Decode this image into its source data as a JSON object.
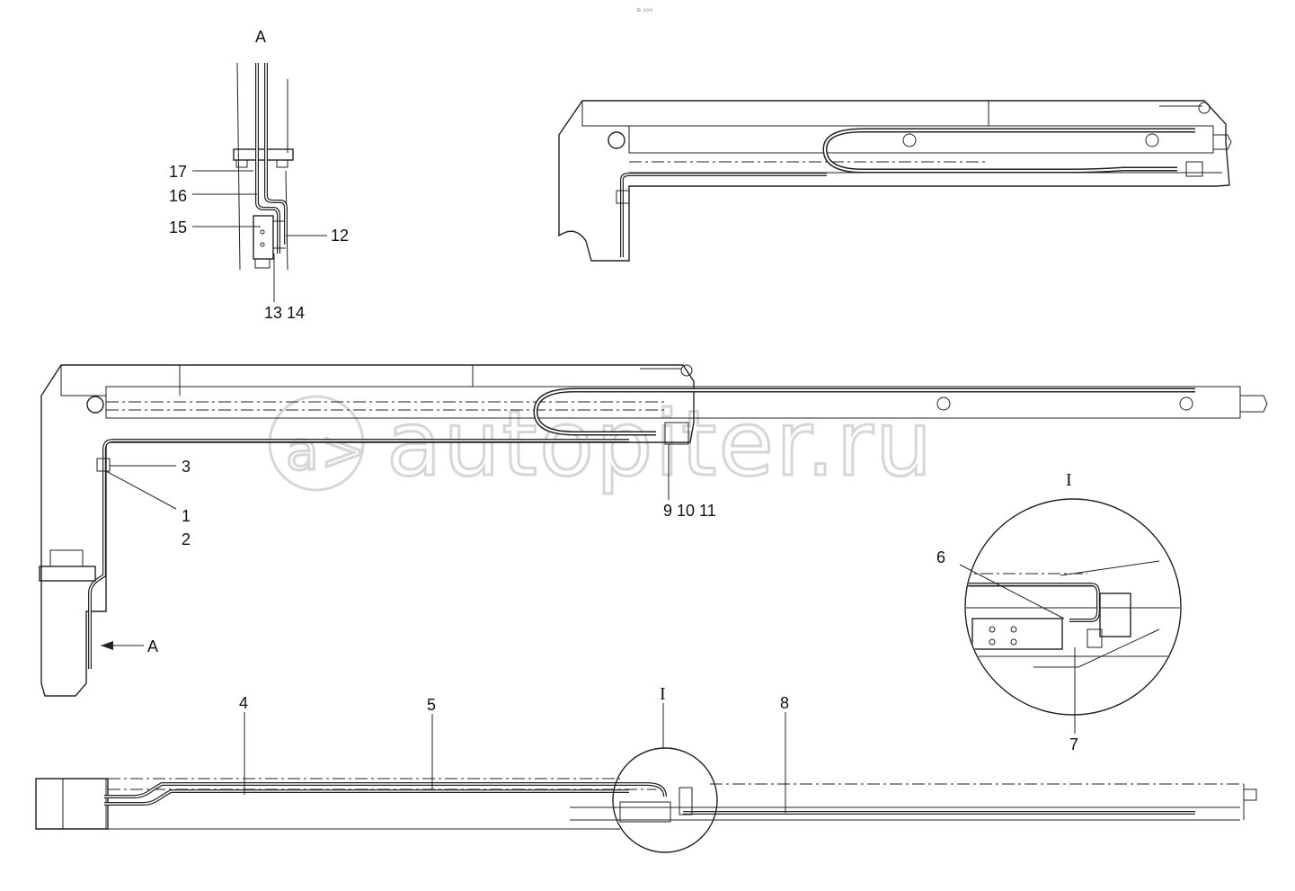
{
  "header_mark": "⚙ ooo",
  "watermark": "autopiter.ru",
  "view_a": {
    "title": "A",
    "callouts": [
      "17",
      "16",
      "15",
      "12",
      "13 14"
    ]
  },
  "main_view": {
    "callouts": [
      "3",
      "1",
      "2",
      "9 10 11"
    ],
    "arrow_label": "A"
  },
  "detail_i": {
    "title": "I",
    "callouts": [
      "6",
      "7"
    ]
  },
  "bottom_view": {
    "section_mark": "I",
    "callouts": [
      "4",
      "5",
      "8"
    ]
  }
}
